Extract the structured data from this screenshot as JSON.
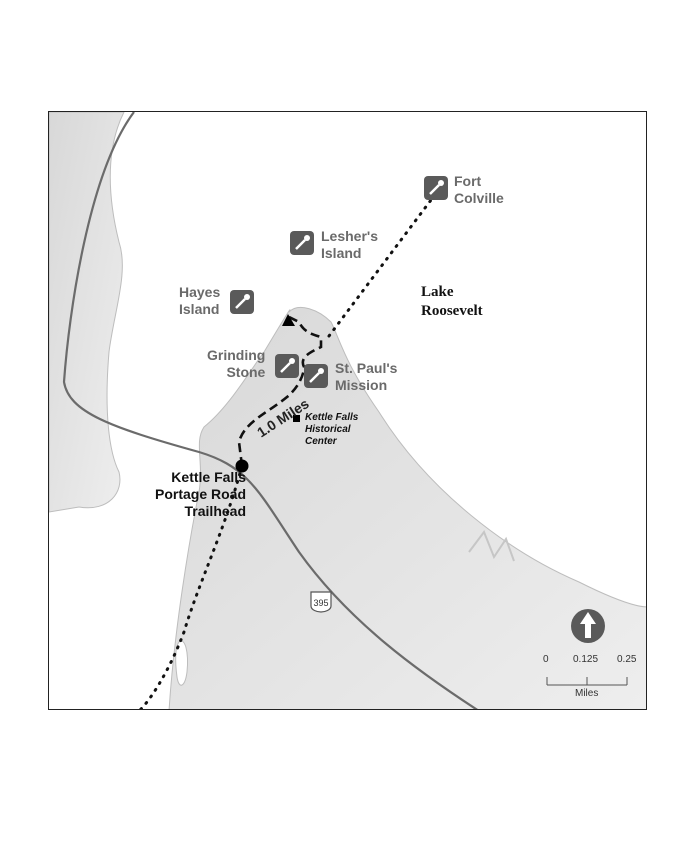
{
  "poi": {
    "fort_colville": [
      "Fort",
      "Colville"
    ],
    "leshers_island": [
      "Lesher's",
      "Island"
    ],
    "hayes_island": [
      "Hayes",
      "Island"
    ],
    "grinding_stone": [
      "Grinding",
      "Stone"
    ],
    "st_pauls_mission": [
      "St. Paul's",
      "Mission"
    ]
  },
  "water": {
    "lake": [
      "Lake",
      "Roosevelt"
    ]
  },
  "center": [
    "Kettle Falls",
    "Historical",
    "Center"
  ],
  "trailhead": [
    "Kettle Falls",
    "Portage Road",
    "Trailhead"
  ],
  "route_label": "1.0 Miles",
  "highway": "395",
  "scale": {
    "ticks": [
      "0",
      "0.125",
      "0.25"
    ],
    "unit": "Miles"
  },
  "icons": {
    "poi": "viewpoint-icon",
    "trailhead": "trailhead-marker",
    "end": "trail-end-triangle",
    "center": "building-marker",
    "north": "north-arrow-icon",
    "highway": "highway-shield"
  },
  "colors": {
    "icon": "#5a5a5a",
    "land": "#e6e6e6",
    "water": "#ffffff",
    "road": "#6b6b6b"
  }
}
